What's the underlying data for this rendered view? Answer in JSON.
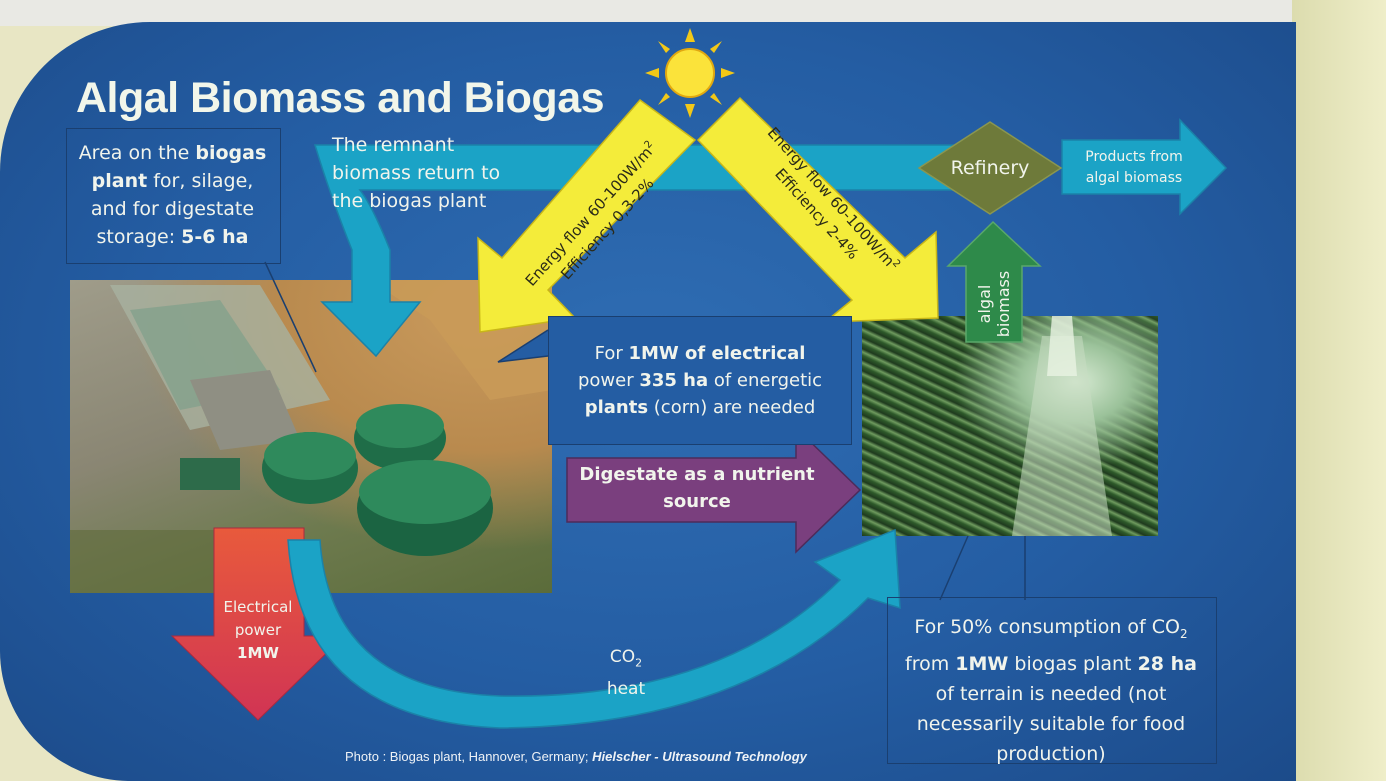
{
  "title": "Algal Biomass and Biogas",
  "area_note": {
    "line1": "Area on the ",
    "bold1": "biogas",
    "bold2": "plant",
    "line2": " for, silage,",
    "line3": "and for digestate",
    "line4": "storage: ",
    "bold3": "5-6 ha"
  },
  "remnant_note": {
    "line1": "The remnant",
    "line2": "biomass return to",
    "line3": "the biogas plant"
  },
  "energy_left": {
    "line1": "Energy flow 60-100W/m",
    "sup": "2",
    "line2": "Efficiency 0,3-2%"
  },
  "energy_right": {
    "line1": "Energy flow 60-100W/m",
    "sup": "2",
    "line2": "Efficiency 2-4%"
  },
  "refinery": "Refinery",
  "products": {
    "line1": "Products from",
    "line2": "algal biomass"
  },
  "algal_biomass": {
    "line1": "algal",
    "line2": "biomass"
  },
  "mw_note": {
    "pre1": "For ",
    "bold1": "1MW of electrical",
    "pre2": "power ",
    "bold2": "335 ha",
    "post2": " of energetic",
    "bold3": "plants",
    "post3": " (corn) are needed"
  },
  "digestate": {
    "line1": "Digestate as a nutrient",
    "line2": "source"
  },
  "electrical": {
    "line1": "Electrical",
    "line2": "power",
    "line3": "1MW"
  },
  "co2_heat": {
    "co": "CO",
    "sub": "2",
    "heat": "heat"
  },
  "co2_note": {
    "pre1": "For  50% consumption of CO",
    "sub": "2",
    "pre2": "from ",
    "bold1": "1MW",
    "mid2": " biogas plant ",
    "bold2": "28 ha",
    "line3": "of terrain is needed (not",
    "line4": "necessarily suitable for food",
    "line5": "production)"
  },
  "caption": {
    "plain": "Photo : Biogas plant, Hannover, Germany; ",
    "italic": "Hielscher - Ultrasound Technology"
  },
  "colors": {
    "background_blue": "#2a63aa",
    "cyan_arrow": "#1aa3c6",
    "yellow_arrow": "#f4ec3a",
    "refinery_olive": "#6e7a3a",
    "algal_green": "#2e8a4a",
    "digestate_purple": "#7a3f7e",
    "electric_red": "#d23a4a"
  },
  "icons": [
    "sun-icon"
  ]
}
